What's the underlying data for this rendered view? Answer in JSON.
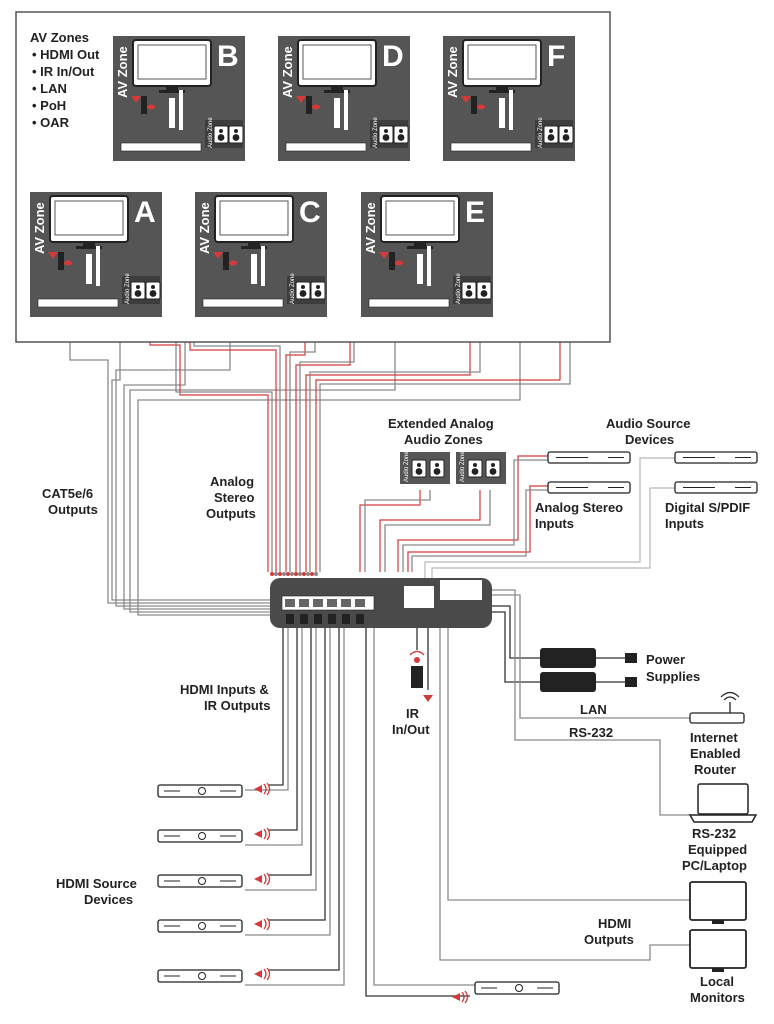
{
  "zones_box": {
    "title": "AV Zones",
    "features": [
      "• HDMI Out",
      "• IR In/Out",
      "• LAN",
      "• PoH",
      "• OAR"
    ]
  },
  "av_zones": [
    {
      "letter": "A",
      "tag": "AV Zone",
      "audio_tag": "Audio Zone"
    },
    {
      "letter": "B",
      "tag": "AV Zone",
      "audio_tag": "Audio Zone"
    },
    {
      "letter": "C",
      "tag": "AV Zone",
      "audio_tag": "Audio Zone"
    },
    {
      "letter": "D",
      "tag": "AV Zone",
      "audio_tag": "Audio Zone"
    },
    {
      "letter": "E",
      "tag": "AV Zone",
      "audio_tag": "Audio Zone"
    },
    {
      "letter": "F",
      "tag": "AV Zone",
      "audio_tag": "Audio Zone"
    }
  ],
  "extended_audio": {
    "title_lines": [
      "Extended Analog",
      "Audio Zones"
    ],
    "tag": "Audio Zone"
  },
  "labels": {
    "cat_outputs": [
      "CAT5e/6",
      "Outputs"
    ],
    "analog_outputs": [
      "Analog",
      "Stereo",
      "Outputs"
    ],
    "audio_sources": [
      "Audio Source",
      "Devices"
    ],
    "analog_inputs": [
      "Analog Stereo",
      "Inputs"
    ],
    "spdif_inputs": [
      "Digital S/PDIF",
      "Inputs"
    ],
    "power": [
      "Power",
      "Supplies"
    ],
    "lan": "LAN",
    "rs232": "RS-232",
    "router": [
      "Internet",
      "Enabled",
      "Router"
    ],
    "pc": [
      "RS-232",
      "Equipped",
      "PC/Laptop"
    ],
    "hdmi_outputs": [
      "HDMI",
      "Outputs"
    ],
    "local_monitors": [
      "Local",
      "Monitors"
    ],
    "hdmi_inputs": [
      "HDMI Inputs &",
      "IR Outputs"
    ],
    "ir": [
      "IR",
      "In/Out"
    ],
    "hdmi_sources": [
      "HDMI Source",
      "Devices"
    ]
  },
  "colors": {
    "panel": "#555555",
    "panel_dark": "#3d3d3d",
    "signal_red": "#d43a3a",
    "cable_grey": "#8a8a8a"
  }
}
